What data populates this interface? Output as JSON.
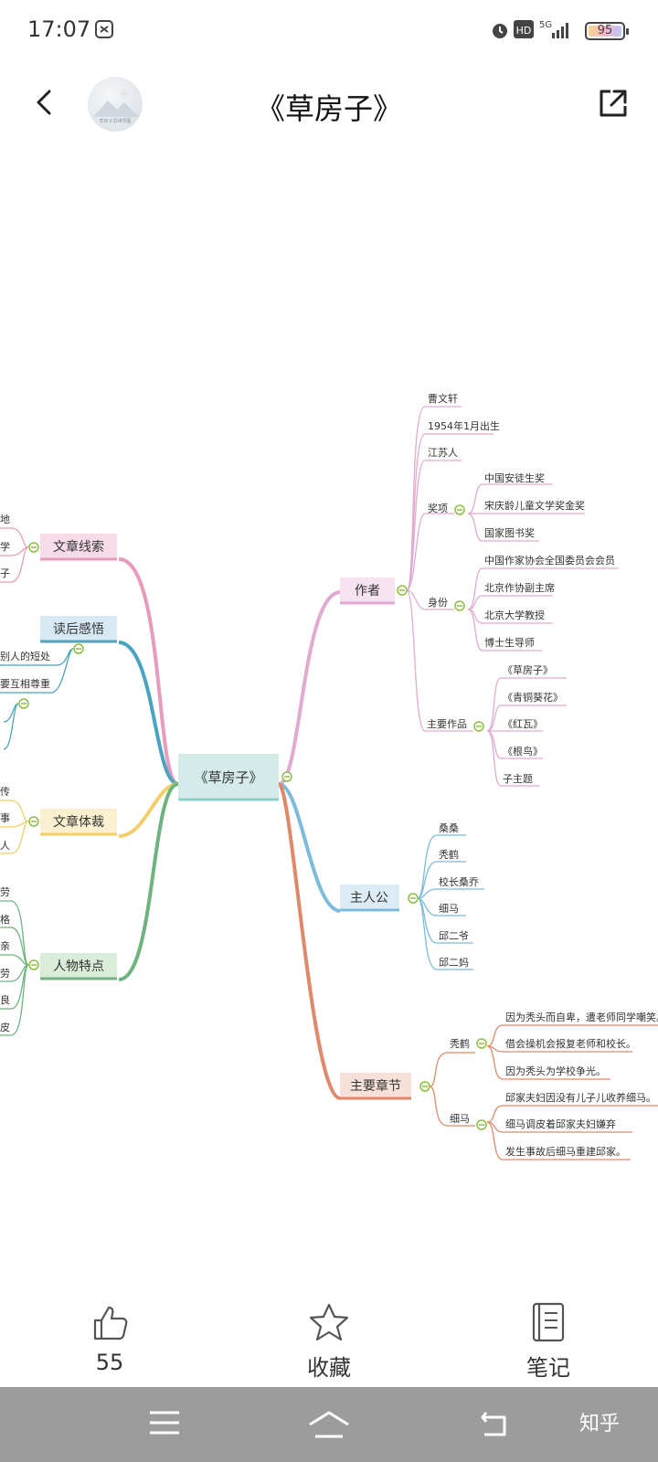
{
  "status": {
    "time": "17:07",
    "network": "5G",
    "battery": "95",
    "hd": "HD"
  },
  "header": {
    "title": "《草房子》",
    "avatar_caption": "草房子思维导图"
  },
  "mindmap": {
    "root": "《草房子》",
    "left": {
      "clue": {
        "label": "文章线索",
        "items": [
          "地",
          "学",
          "子"
        ]
      },
      "insight": {
        "label": "读后感悟",
        "items": [
          "别人的短处",
          "要互相尊重"
        ]
      },
      "genre": {
        "label": "文章体裁",
        "items": [
          "传",
          "事",
          "人"
        ]
      },
      "traits": {
        "label": "人物特点",
        "items": [
          "劳",
          "格",
          "亲",
          "劳",
          "良",
          "皮"
        ]
      }
    },
    "author": {
      "label": "作者",
      "facts": [
        "曹文轩",
        "1954年1月出生",
        "江苏人"
      ],
      "awards": {
        "label": "奖项",
        "items": [
          "中国安徒生奖",
          "宋庆龄儿童文学奖金奖",
          "国家图书奖"
        ]
      },
      "identity": {
        "label": "身份",
        "items": [
          "中国作家协会全国委员会会员",
          "北京作协副主席",
          "北京大学教授",
          "博士生导师"
        ]
      },
      "works": {
        "label": "主要作品",
        "items": [
          "《草房子》",
          "《青铜葵花》",
          "《红瓦》",
          "《根鸟》",
          "子主题"
        ]
      }
    },
    "protagonists": {
      "label": "主人公",
      "items": [
        "桑桑",
        "秃鹤",
        "校长桑乔",
        "细马",
        "邱二爷",
        "邱二妈"
      ]
    },
    "chapters": {
      "label": "主要章节",
      "tuhe": {
        "label": "秃鹤",
        "items": [
          "因为秃头而自卑，遭老师同学嘲笑。",
          "借会操机会报复老师和校长。",
          "因为秃头为学校争光。"
        ]
      },
      "xima": {
        "label": "细马",
        "items": [
          "邱家夫妇因没有儿子儿收养细马。",
          "细马调皮着邱家夫妇嫌弃",
          "发生事故后细马重建邱家。"
        ]
      }
    }
  },
  "actions": {
    "like_count": "55",
    "favorite": "收藏",
    "notes": "笔记"
  },
  "nav": {
    "watermark": "知乎"
  },
  "colors": {
    "root_bg": "#d4ebe9",
    "author": "#e1aad0",
    "protagonists": "#7cbbdc",
    "chapters": "#e0896a",
    "clue": "#e79bbd",
    "insight": "#4aa4c0",
    "genre": "#f2cf6a",
    "traits": "#6fb37e",
    "collapse": "#8cbf3f"
  }
}
